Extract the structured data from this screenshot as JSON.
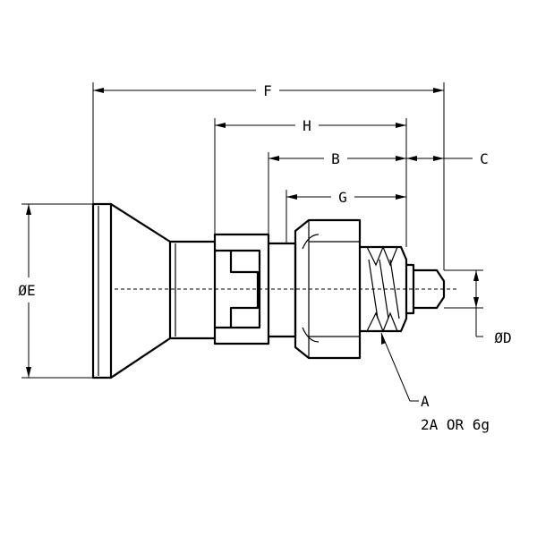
{
  "labels": {
    "F": "F",
    "H": "H",
    "B": "B",
    "C": "C",
    "G": "G",
    "E": "ØE",
    "D": "ØD",
    "A": "A",
    "thread_class": "2A OR 6g"
  }
}
